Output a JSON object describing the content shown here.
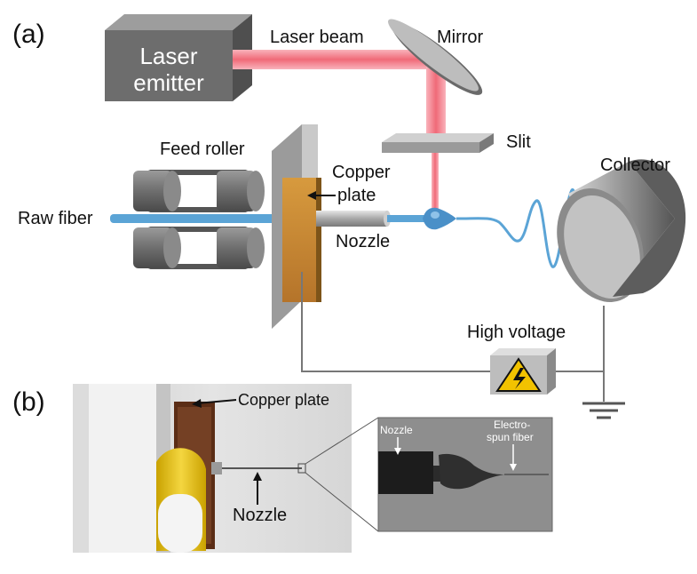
{
  "panel_a": {
    "label": "(a)",
    "laser_emitter": [
      "Laser",
      "emitter"
    ],
    "laser_beam": "Laser beam",
    "mirror": "Mirror",
    "slit": "Slit",
    "feed_roller": "Feed roller",
    "raw_fiber": "Raw fiber",
    "copper_plate": [
      "Copper",
      "plate"
    ],
    "nozzle": "Nozzle",
    "collector": "Collector",
    "high_voltage": "High voltage"
  },
  "panel_b": {
    "label": "(b)",
    "copper_plate": "Copper plate",
    "nozzle": "Nozzle",
    "inset_nozzle": "Nozzle",
    "inset_fiber": [
      "Electro-",
      "spun fiber"
    ]
  },
  "colors": {
    "laser": "#f06a78",
    "fiber": "#5ba4d6",
    "copper": "#c8862f",
    "box_gray": "#6d6d6d",
    "warning_yellow": "#f2c200"
  }
}
